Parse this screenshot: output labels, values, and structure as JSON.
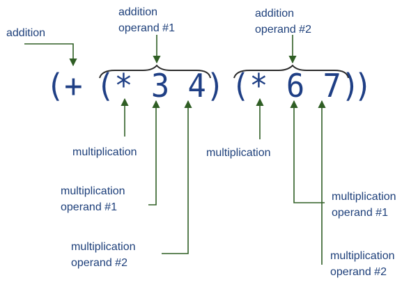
{
  "expression": {
    "outer_open": "(+",
    "group1": "(* 3 4)",
    "group2": "(* 6 7)",
    "outer_close": ")"
  },
  "labels": {
    "addition": "addition",
    "addition_operand_1": "addition\noperand #1",
    "addition_operand_2": "addition\noperand #2",
    "multiplication_1": "multiplication",
    "multiplication_2": "multiplication",
    "mult_operand_1_left": "multiplication\noperand #1",
    "mult_operand_2_left": "multiplication\noperand #2",
    "mult_operand_1_right": "multiplication\noperand #1",
    "mult_operand_2_right": "multiplication\noperand #2"
  },
  "colors": {
    "text": "#1d3f7a",
    "expression": "#1f3f85",
    "arrow": "#2f5e24",
    "brace": "#2a2a2a"
  }
}
